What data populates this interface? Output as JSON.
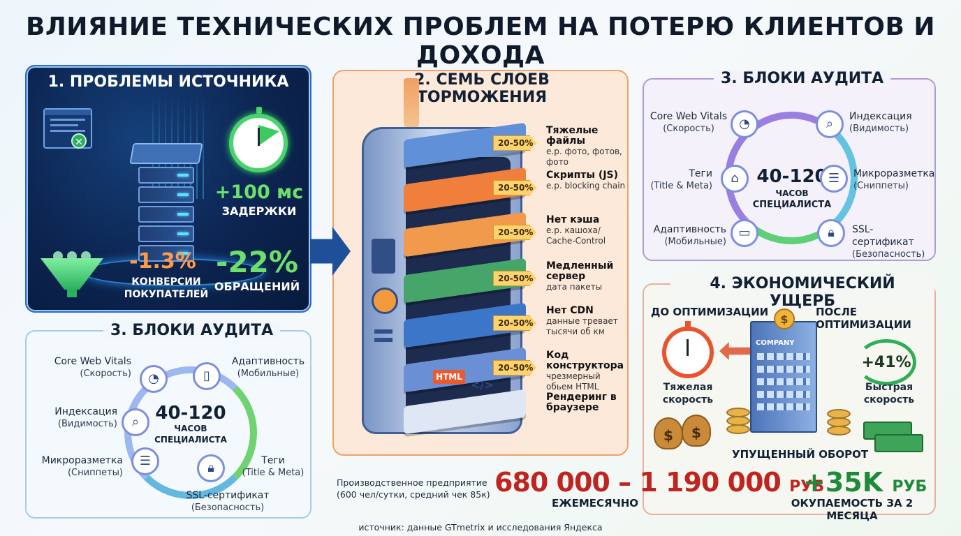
{
  "title": "ВЛИЯНИЕ ТЕХНИЧЕСКИХ ПРОБЛЕМ НА ПОТЕРЮ КЛИЕНТОВ И ДОХОДА",
  "panel1": {
    "title": "1. ПРОБЛЕМЫ ИСТОЧНИКА",
    "delay_value": "+100 мс",
    "delay_label": "ЗАДЕРЖКИ",
    "conv_value": "-1.3%",
    "conv_label_1": "КОНВЕРСИИ",
    "conv_label_2": "ПОКУПАТЕЛЕЙ",
    "req_value": "-22%",
    "req_label": "ОБРАЩЕНИЙ"
  },
  "panel2": {
    "title": "2. СЕМЬ СЛОЕВ ТОРМОЖЕНИЯ",
    "layers": [
      {
        "tag": "20-50%",
        "name": "Тяжелые файлы",
        "sub": "e.p. фото, фотов, фото",
        "color": "#5f90d8"
      },
      {
        "tag": "20-50%",
        "name": "Скрипты (JS)",
        "sub": "e.p. blocking chain",
        "color": "#ef7f3a"
      },
      {
        "tag": "20-50%",
        "name": "Нет кэша",
        "sub": "e.p. кашоха/ Cache-Control",
        "color": "#f29a4c"
      },
      {
        "tag": "20-50%",
        "name": "Медленный сервер",
        "sub": "дата пакеты",
        "color": "#46a66a"
      },
      {
        "tag": "20-50%",
        "name": "Нет CDN",
        "sub": "данные тревает тысячи об км",
        "color": "#3b76c9"
      },
      {
        "tag": "20-50%",
        "name": "Код конструктора",
        "sub": "чрезмерный обьем HTML",
        "color": "#6b8fd4"
      },
      {
        "tag": "",
        "name": "Рендеринг в браузере",
        "sub": "",
        "color": "#dfe7f5"
      }
    ],
    "html_badge": "HTML",
    "code_glyph": "</>"
  },
  "audit_left": {
    "title": "3. БЛОКИ АУДИТА",
    "center_value": "40-120",
    "center_line1": "ЧАСОВ",
    "center_line2": "СПЕЦИАЛИСТА",
    "items": [
      {
        "name": "Core Web Vitals",
        "sub": "(Скорость)"
      },
      {
        "name": "Адаптивность",
        "sub": "(Мобильные)"
      },
      {
        "name": "Индексация",
        "sub": "(Видимость)"
      },
      {
        "name": "Микроразметка",
        "sub": "(Сниппеты)"
      },
      {
        "name": "Теги",
        "sub": "(Title & Meta)"
      },
      {
        "name": "SSL-сертификат",
        "sub": "(Безопасность)"
      }
    ]
  },
  "audit_right": {
    "title": "3. БЛОКИ АУДИТА",
    "center_value": "40-120",
    "center_line1": "ЧАСОВ",
    "center_line2": "СПЕЦИАЛИСТА",
    "items": [
      {
        "name": "Core Web Vitals",
        "sub": "(Скорость)"
      },
      {
        "name": "Индексация",
        "sub": "(Видимость)"
      },
      {
        "name": "Теги",
        "sub": "(Title & Meta)"
      },
      {
        "name": "Микроразметка",
        "sub": "(Сниппеты)"
      },
      {
        "name": "Адаптивность",
        "sub": "(Мобильные)"
      },
      {
        "name": "SSL-сертификат",
        "sub": "(Безопасность)"
      }
    ]
  },
  "panel4": {
    "title": "4. ЭКОНОМИЧЕСКИЙ УЩЕРБ",
    "before": "ДО ОПТИМИЗАЦИИ",
    "after": "ПОСЛЕ ОПТИМИЗАЦИИ",
    "heavy_1": "Тяжелая",
    "heavy_2": "скорость",
    "fast_1": "Быстрая",
    "fast_2": "скорость",
    "growth": "+41%",
    "lost": "УПУЩЕННЫЙ ОБОРОТ",
    "company": "COMPANY",
    "coin_symbol": "$"
  },
  "bottom": {
    "enterprise_1": "Производственное предприятие",
    "enterprise_2": "(600 чел/сутки, средний чек 85к)",
    "loss_value": "680 000 – 1 190 000",
    "loss_unit": "РУБ",
    "monthly": "ЕЖЕМЕСЯЧНО",
    "gain_value": "+35K",
    "gain_unit": "РУБ",
    "payback": "ОКУПАЕМОСТЬ ЗА 2 МЕСЯЦА",
    "source": "источник: данные GTmetrix и исследования Яндекса"
  }
}
